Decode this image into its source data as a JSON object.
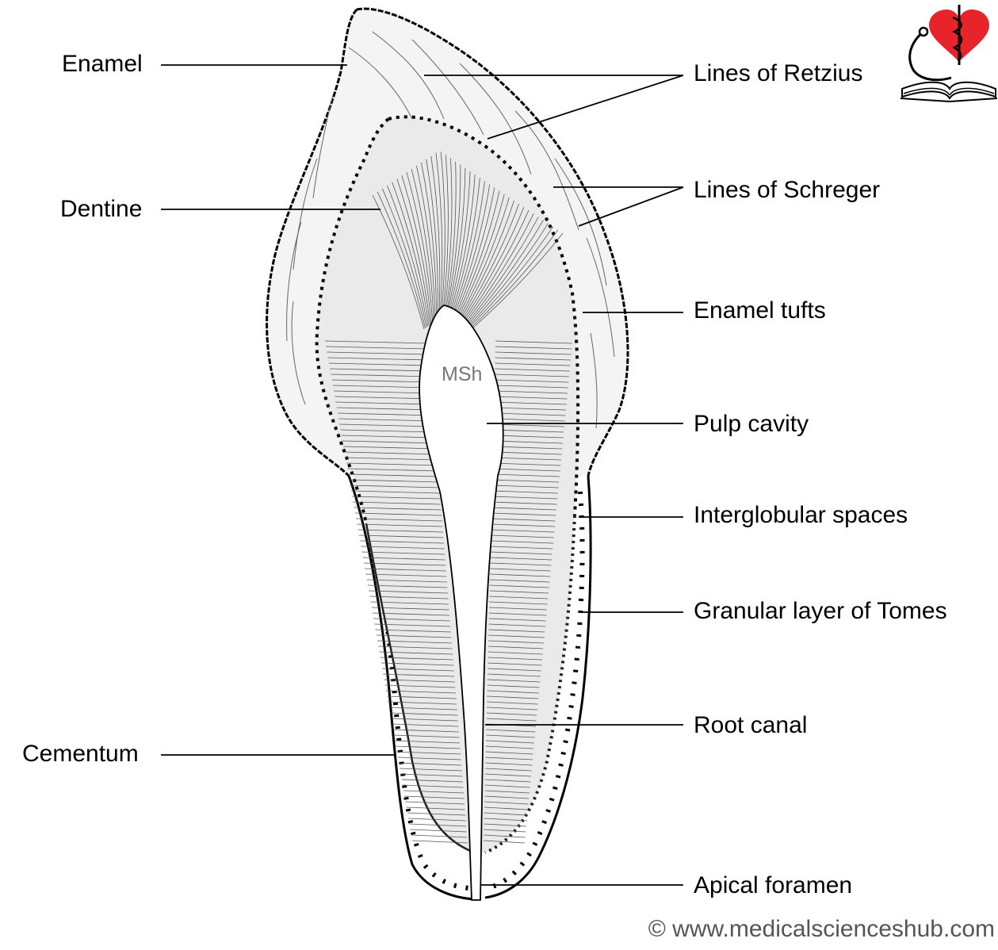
{
  "labels_left": {
    "enamel": "Enamel",
    "dentine": "Dentine",
    "cementum": "Cementum"
  },
  "labels_right": {
    "lines_of_retzius": "Lines of Retzius",
    "lines_of_schreger": "Lines of Schreger",
    "enamel_tufts": "Enamel tufts",
    "pulp_cavity": "Pulp cavity",
    "interglobular_spaces": "Interglobular spaces",
    "granular_layer_of_tomes": "Granular layer of Tomes",
    "root_canal": "Root canal",
    "apical_foramen": "Apical foramen"
  },
  "watermark": "MSh",
  "copyright": "© www.medicalscienceshub.com",
  "logo": {
    "icon": "heart-caduceus-book-logo",
    "heart_color": "#e8242b"
  },
  "colors": {
    "outline": "#000000",
    "hatch": "#555555",
    "line": "#000000"
  }
}
